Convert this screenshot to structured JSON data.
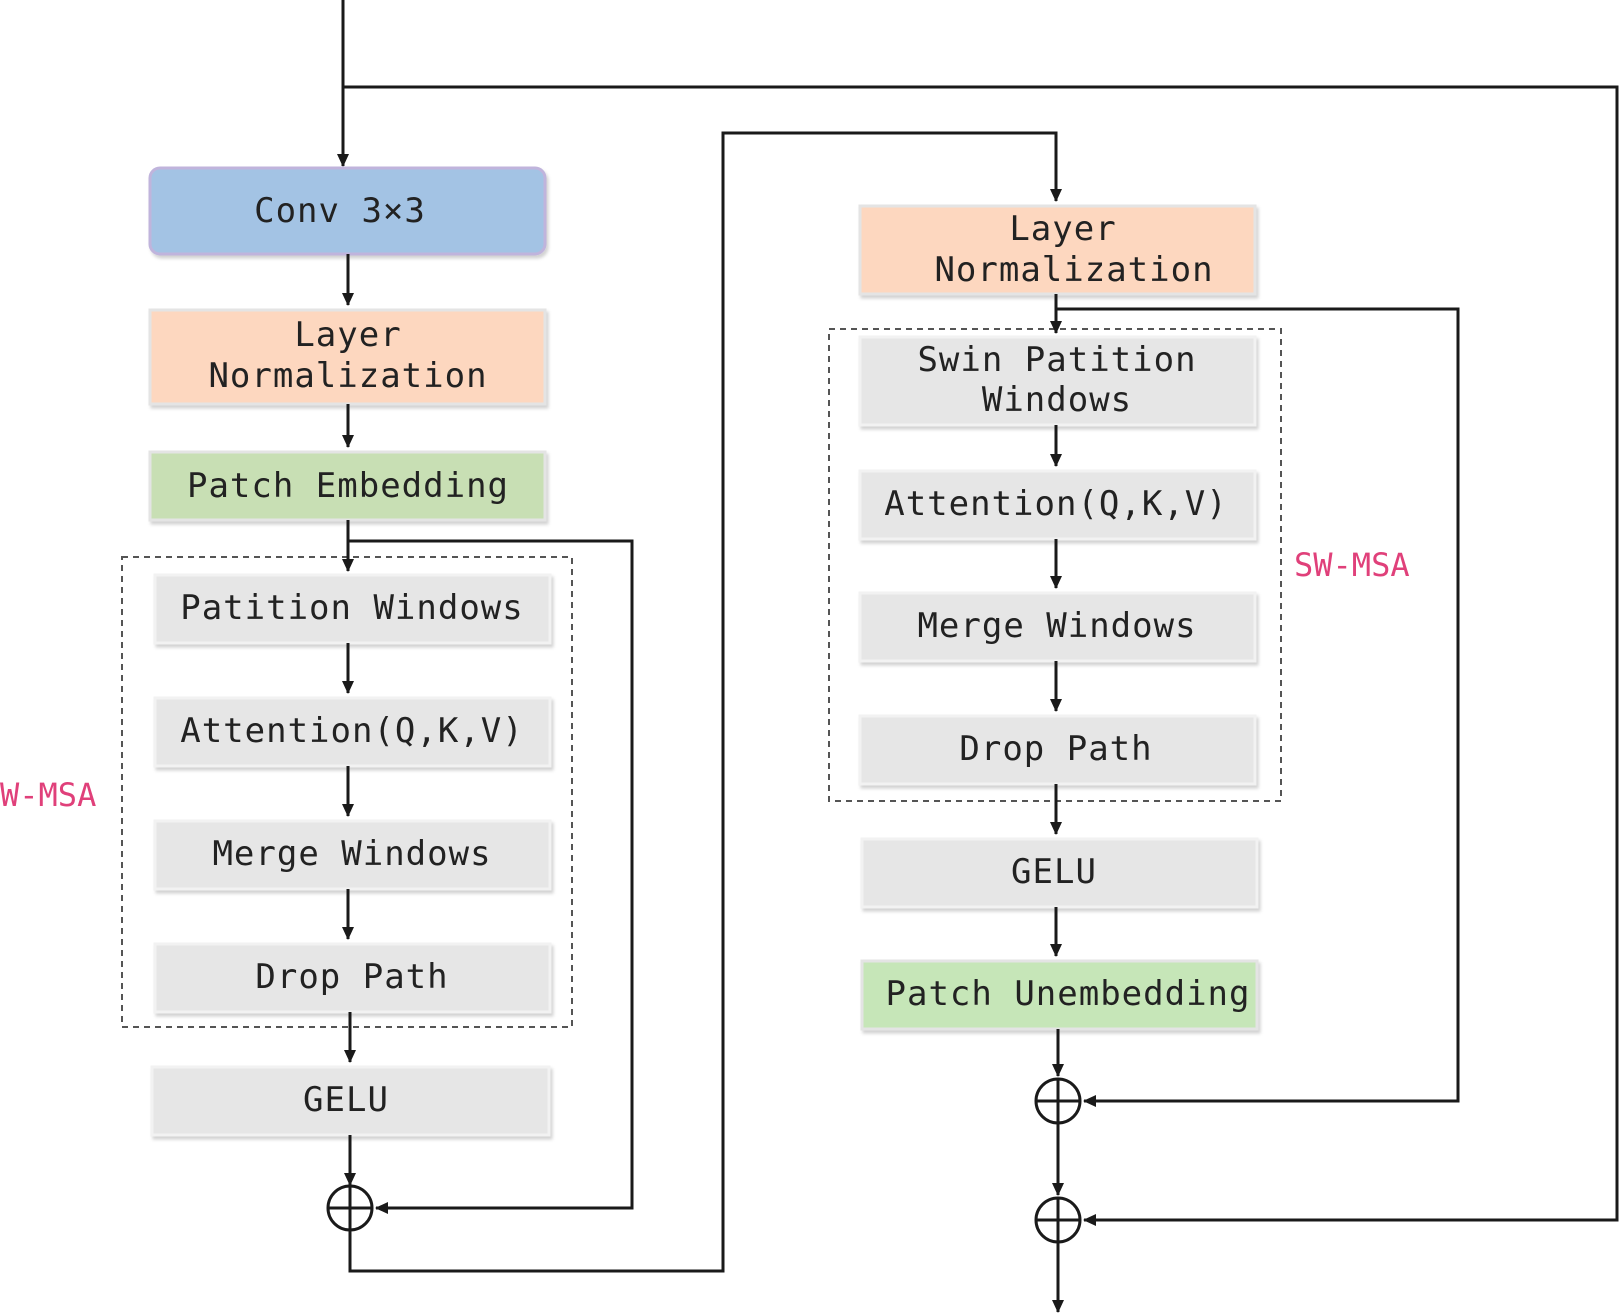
{
  "colors": {
    "conv": "#a3c3e4",
    "conv_edge": "#b8a8d8",
    "norm": "#fdd7bf",
    "embed": "#c8dfb4",
    "unembed": "#c6e6b8",
    "gray": "#e6e6e6",
    "norm_text": "#9a1a7a",
    "conv_text": "#4a3a8a",
    "embed_text": "#1a1a1a",
    "label": "#e0407a"
  },
  "left": {
    "conv": "Conv 3×3",
    "norm_line1": "Layer",
    "norm_line2": "Normalization",
    "embed": "Patch Embedding",
    "partition": "Patition Windows",
    "attention": "Attention(Q,K,V)",
    "merge": "Merge Windows",
    "drop": "Drop Path",
    "gelu": "GELU",
    "group_label": "W-MSA"
  },
  "right": {
    "norm_line1": "Layer",
    "norm_line2": "Normalization",
    "partition_line1": "Swin Patition",
    "partition_line2": "Windows",
    "attention": "Attention(Q,K,V)",
    "merge": "Merge Windows",
    "drop": "Drop Path",
    "gelu": "GELU",
    "unembed": "Patch Unembedding",
    "group_label": "SW-MSA"
  }
}
